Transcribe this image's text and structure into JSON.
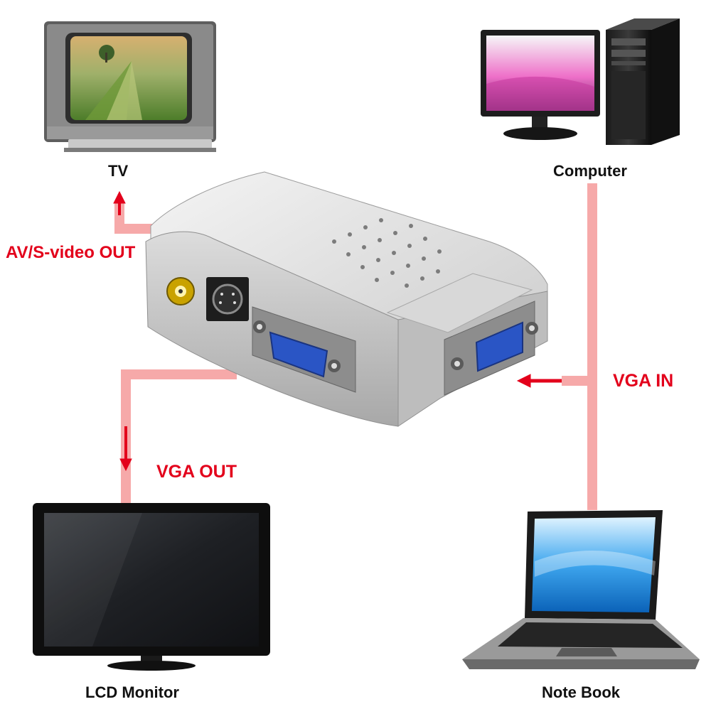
{
  "devices": {
    "tv": {
      "label": "TV",
      "icon": "crt-tv-icon"
    },
    "computer": {
      "label": "Computer",
      "icon": "desktop-computer-icon"
    },
    "lcd_monitor": {
      "label": "LCD Monitor",
      "icon": "lcd-monitor-icon"
    },
    "notebook": {
      "label": "Note Book",
      "icon": "laptop-icon"
    }
  },
  "converter": {
    "icon": "vga-converter-box-icon"
  },
  "signals": {
    "av_out": "AV/S-video OUT",
    "vga_in": "VGA IN",
    "vga_out": "VGA OUT"
  },
  "colors": {
    "signal_text": "#e3001b",
    "path": "#f6a9a9",
    "arrow": "#e3001b",
    "device_text": "#111111"
  }
}
